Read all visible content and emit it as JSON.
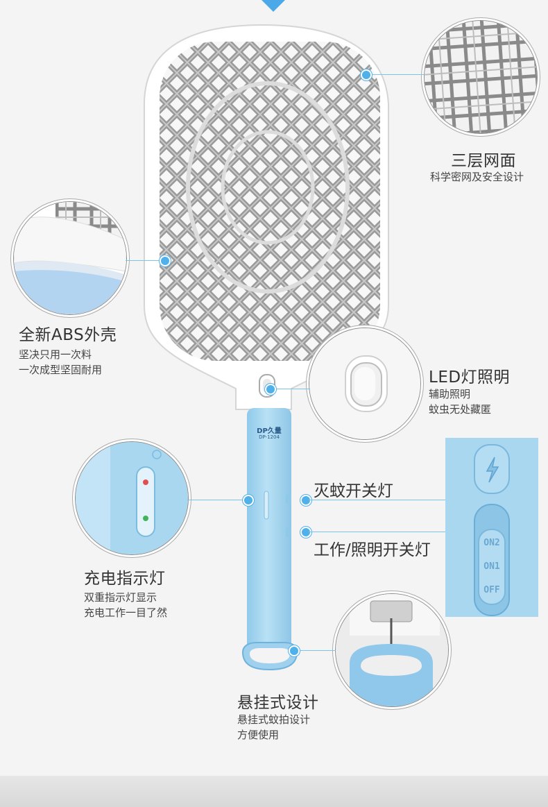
{
  "product": {
    "brand": "DP久量",
    "model": "DP-1204"
  },
  "features": {
    "mesh": {
      "title": "三层网面",
      "lines": [
        "科学密网及安全设计"
      ]
    },
    "shell": {
      "title": "全新ABS外壳",
      "lines": [
        "坚决只用一次料",
        "一次成型坚固耐用"
      ]
    },
    "led": {
      "title": "LED灯照明",
      "lines": [
        "辅助照明",
        "蚊虫无处藏匿"
      ]
    },
    "charge": {
      "title": "充电指示灯",
      "lines": [
        "双重指示灯显示",
        "充电工作一目了然"
      ]
    },
    "hang": {
      "title": "悬挂式设计",
      "lines": [
        "悬挂式蚊拍设计",
        "方便使用"
      ]
    }
  },
  "switches": {
    "kill": "灭蚊开关灯",
    "work": "工作/照明开关灯",
    "positions": [
      "ON2",
      "ON1",
      "OFF"
    ]
  },
  "colors": {
    "accent": "#4fb0ea",
    "handle": "#a9d7f0",
    "frame": "#ffffff",
    "mesh": "#9c9c9c"
  }
}
